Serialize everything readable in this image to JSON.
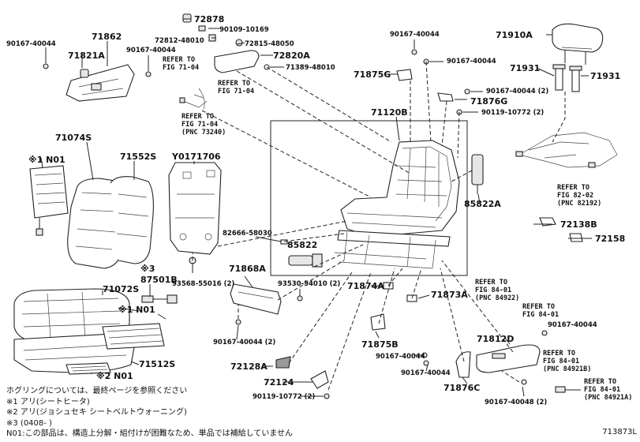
{
  "part_labels": {
    "p72878": "72878",
    "p90109_10169": "90109-10169",
    "p72812_48010": "72812-48010",
    "p72815_48050": "72815-48050",
    "p72820a": "72820A",
    "p71389_48010": "71389-48010",
    "p90167_44044_tl1": "90167-40044",
    "p71862": "71862",
    "p90167_44044_tl2": "90167-40044",
    "p71821a": "71821A",
    "p90167_44044_tc": "90167-40044",
    "p90167_44044_tc2": "90167-40044",
    "p71910a": "71910A",
    "p71875g": "71875G",
    "p71931a": "71931",
    "p71931b": "71931",
    "p71876g": "71876G",
    "p90167_44044_2a": "90167-40044 (2)",
    "p90119_10772_2a": "90119-10772 (2)",
    "p71120b": "71120B",
    "p71074s": "71074S",
    "p71552s": "71552S",
    "py0171706": "Y0171706",
    "p85822a": "85822A",
    "p82666_58030": "82666-58030",
    "p85822": "85822",
    "p72138b": "72138B",
    "p72158": "72158",
    "p87501b": "87501B",
    "p93568_55016": "93568-55016 (2)",
    "p71868a": "71868A",
    "p93530_54010": "93530-54010 (2)",
    "p71874a": "71874A",
    "p71873a": "71873A",
    "p71072s": "71072S",
    "p71512s": "71512S",
    "p90167_44044_2b": "90167-40044 (2)",
    "p72128a": "72128A",
    "p72124": "72124",
    "p90119_10772_2b": "90119-10772 (2)",
    "p71875b": "71875B",
    "p90167_44044_m1": "90167-40044",
    "p90167_44044_m2": "90167-40044",
    "p71876c": "71876C",
    "p71812d": "71812D",
    "p90167_44044_r1": "90167-40044",
    "p90167_40048_2": "90167-40048 (2)",
    "n01_a": "※1 N01",
    "n01_b": "※1 N01",
    "n01_c": "※2 N01",
    "mark3": "※3"
  },
  "refs": {
    "fig71_04_a": [
      "REFER TO",
      "FIG 71-04"
    ],
    "fig71_04_b": [
      "REFER TO",
      "FIG 71-04"
    ],
    "fig71_04_c": [
      "REFER TO",
      "FIG 71-04",
      "(PNC 73240)"
    ],
    "fig82_02": [
      "REFER TO",
      "FIG 82-02",
      "(PNC 82192)"
    ],
    "fig84_01_a": [
      "REFER TO",
      "FIG 84-01",
      "(PNC 84922)"
    ],
    "fig84_01_b": [
      "REFER TO",
      "FIG 84-01"
    ],
    "fig84_01_c": [
      "REFER TO",
      "FIG 84-01",
      "(PNC 84921B)"
    ],
    "fig84_01_d": [
      "REFER TO",
      "FIG 84-01",
      "(PNC 84921A)"
    ]
  },
  "notes": {
    "line1": "ホグリングについては、最終ページを参照ください",
    "line2": "※1 アリ(シートヒータ)",
    "line3": "※2 アリ(ジョシュセキ シートベルトウォーニング)",
    "line4": "※3 (0408-    )",
    "line5": "N01:この部品は、構造上分解・組付けが困難なため、単品では補給していません"
  },
  "figure_id": "713873L"
}
